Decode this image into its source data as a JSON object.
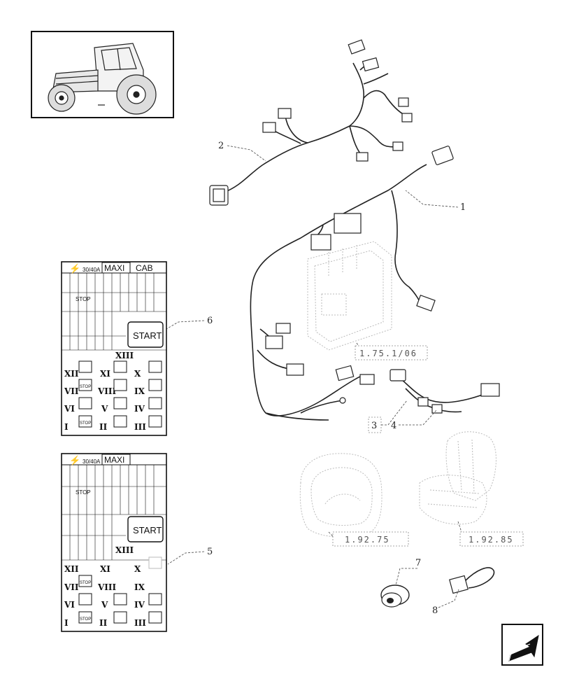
{
  "callouts": {
    "c1": "1",
    "c2": "2",
    "c3": "3",
    "c4": "4",
    "c5": "5",
    "c6": "6",
    "c7": "7",
    "c8": "8"
  },
  "references": {
    "ecu": "1.75.1/06",
    "lamp": "1.92.75",
    "seat": "1.92.85"
  },
  "fusebox_top": {
    "amp_top": "30/40A",
    "maxi": "MAXI",
    "cab": "CAB",
    "start": "START",
    "stop": "STOP",
    "romans": [
      "XIII",
      "XII",
      "XI",
      "X",
      "VII",
      "VIII",
      "IX",
      "VI",
      "V",
      "IV",
      "I",
      "II",
      "III"
    ]
  },
  "fusebox_bottom": {
    "amp_top": "30/40A",
    "maxi": "MAXI",
    "start": "START",
    "stop": "STOP",
    "romans": [
      "XIII",
      "XII",
      "XI",
      "X",
      "VII",
      "VIII",
      "IX",
      "VI",
      "V",
      "IV",
      "I",
      "II",
      "III"
    ]
  },
  "nav": {
    "icon": "arrow-back-icon"
  }
}
